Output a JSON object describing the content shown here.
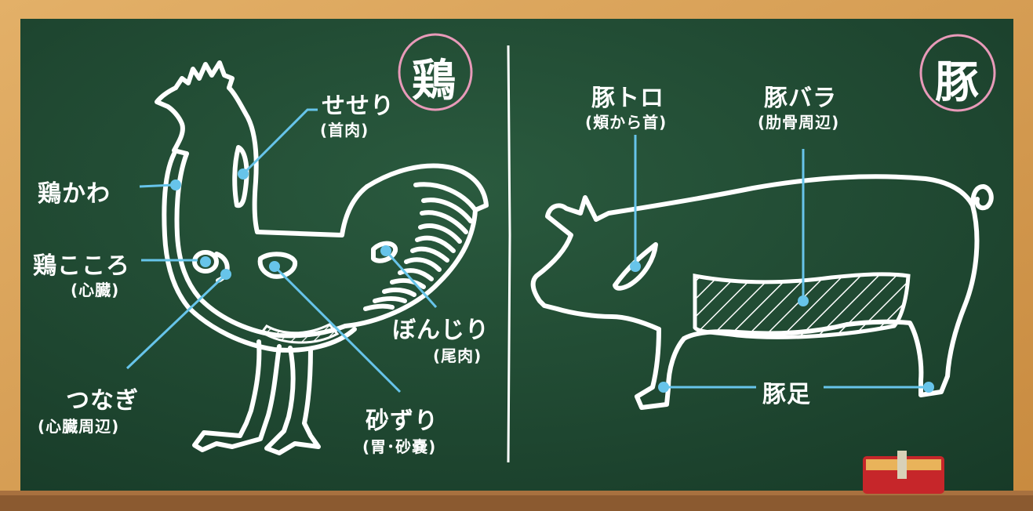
{
  "colors": {
    "frame": "#d9a35a",
    "board": "#1f4630",
    "chalk": "#ffffff",
    "pointer": "#67c4ea",
    "circle": "#e89ab9",
    "tray": "#8b5a30",
    "eraser": "#c6262a"
  },
  "chicken": {
    "badge": "鶏",
    "labels": [
      {
        "id": "seseri",
        "name": "せせり",
        "sub": "(首肉)"
      },
      {
        "id": "kawa",
        "name": "鶏かわ",
        "sub": ""
      },
      {
        "id": "kokoro",
        "name": "鶏こころ",
        "sub": "(心臓)"
      },
      {
        "id": "tsunagi",
        "name": "つなぎ",
        "sub": "(心臓周辺)"
      },
      {
        "id": "bonjiri",
        "name": "ぼんじり",
        "sub": "(尾肉)"
      },
      {
        "id": "sunazuri",
        "name": "砂ずり",
        "sub": "(胃･砂嚢)"
      }
    ]
  },
  "pig": {
    "badge": "豚",
    "labels": [
      {
        "id": "toro",
        "name": "豚トロ",
        "sub": "(頬から首)"
      },
      {
        "id": "bara",
        "name": "豚バラ",
        "sub": "(肋骨周辺)"
      },
      {
        "id": "ashi",
        "name": "豚足",
        "sub": ""
      }
    ]
  }
}
